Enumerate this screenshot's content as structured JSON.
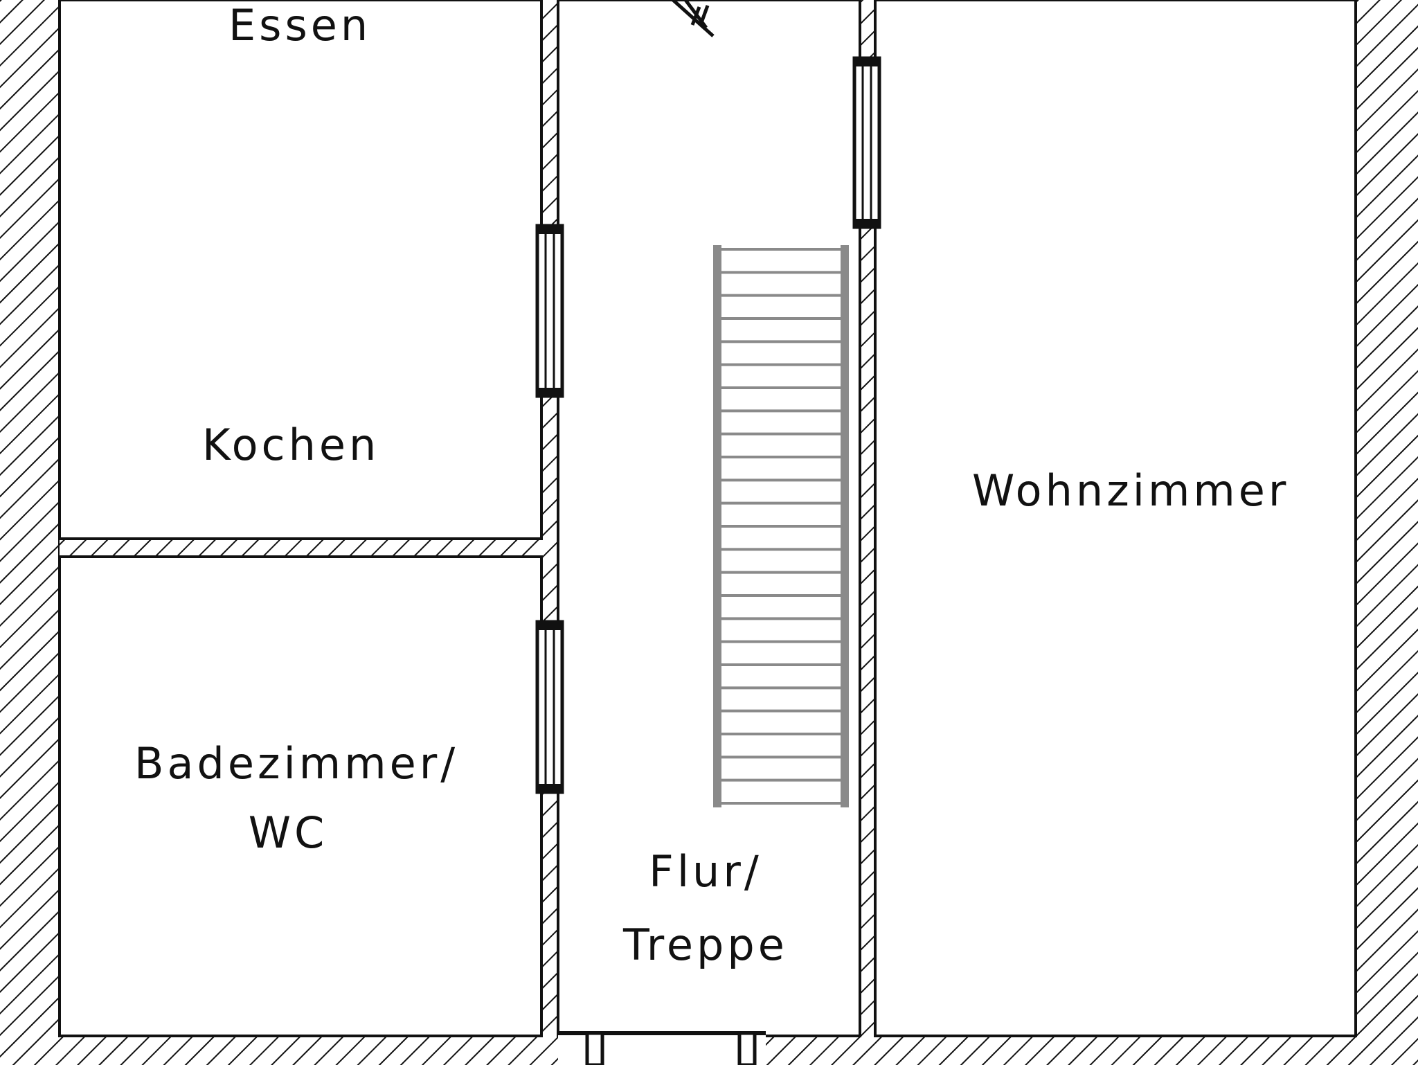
{
  "colors": {
    "wall_line": "#111111",
    "hatch": "#111111",
    "stair": "#8a8a8a",
    "background": "#ffffff"
  },
  "rooms": {
    "essen": {
      "label": "Essen"
    },
    "kochen": {
      "label": "Kochen"
    },
    "bad": {
      "line1": "Badezimmer/",
      "line2": "WC"
    },
    "flur": {
      "line1": "Flur/",
      "line2": "Treppe"
    },
    "wohn": {
      "label": "Wohnzimmer"
    }
  },
  "stairs": {
    "steps": 24
  }
}
